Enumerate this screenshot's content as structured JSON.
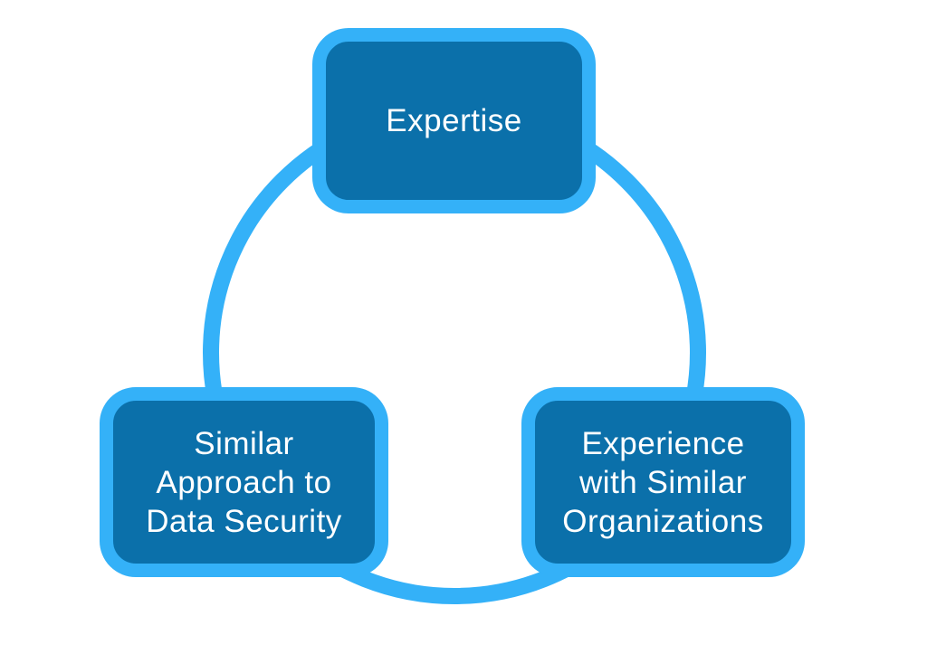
{
  "diagram": {
    "type": "cycle-diagram",
    "nodes": [
      {
        "id": "expertise",
        "label": "Expertise"
      },
      {
        "id": "similar-approach-to-data-security",
        "label": "Similar\nApproach to\nData Security"
      },
      {
        "id": "experience-with-similar-organizations",
        "label": "Experience\nwith Similar\nOrganizations"
      }
    ],
    "colors": {
      "background": "#FFFFFF",
      "node_fill": "#0B70AA",
      "node_border": "#34B1F8",
      "ring": "#34B1F8",
      "text": "#FFFFFF"
    }
  }
}
